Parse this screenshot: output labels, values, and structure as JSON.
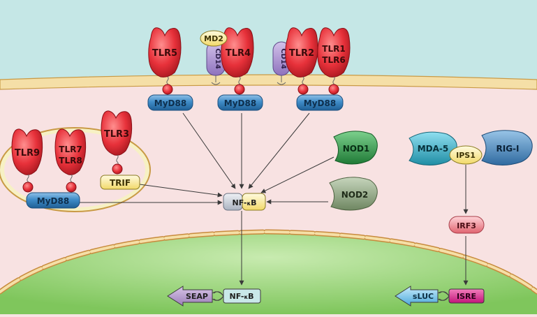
{
  "receptors": {
    "tlr5": "TLR5",
    "tlr4": "TLR4",
    "md2": "MD2",
    "cd14_a": "CD14",
    "cd14_b": "CD14",
    "tlr2": "TLR2",
    "tlr1": "TLR1",
    "tlr6": "TLR6",
    "tlr9": "TLR9",
    "tlr7": "TLR7",
    "tlr8": "TLR8",
    "tlr3": "TLR3",
    "nod1": "NOD1",
    "nod2": "NOD2",
    "mda5": "MDA-5",
    "rig1": "RIG-I"
  },
  "adaptors": {
    "myd88_tlr5": "MyD88",
    "myd88_tlr4": "MyD88",
    "myd88_tlr2": "MyD88",
    "myd88_endo": "MyD88",
    "trif": "TRIF",
    "ips1": "IPS1",
    "irf3": "IRF3"
  },
  "nfkb": {
    "left": "NF-",
    "kappa": "κ",
    "right": "B"
  },
  "reporters": {
    "nfkb_element": {
      "left": "NF-",
      "kappa": "κ",
      "right": "B"
    },
    "seap": "SEAP",
    "isre": "ISRE",
    "sluc": "sLUC"
  },
  "colors": {
    "extracellular": "#c5e7e6",
    "cytoplasm": "#f8e2e2",
    "membrane": "#f5dfa7",
    "nucleus": "#a9d98b",
    "receptor_red": "#e7313a",
    "adaptor_blue": "#2c78b4",
    "nod1_green": "#2f9b4a",
    "nod2_green": "#8aa07c",
    "mda5_teal": "#31a8be",
    "rig1_blue": "#3f7db2",
    "ips1_yellow": "#fbf0a3",
    "irf3_pink": "#e7707b",
    "nfkb_gray": "#c9cfd9",
    "nfkb_yellow": "#f5dc87",
    "seap_purple": "#8b6aa3",
    "sluc_cyan": "#5ab4df",
    "isre_magenta": "#d51d86"
  }
}
